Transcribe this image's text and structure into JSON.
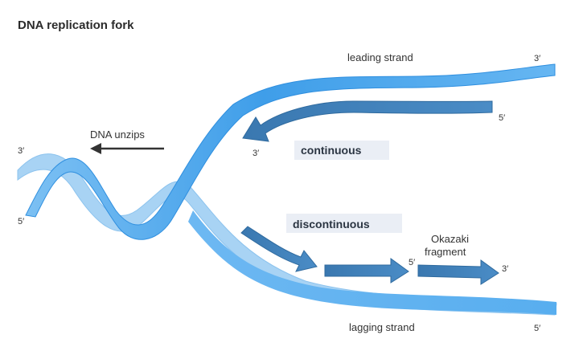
{
  "title": "DNA replication fork",
  "labels": {
    "leading_strand": "leading strand",
    "lagging_strand": "lagging strand",
    "dna_unzips": "DNA unzips",
    "continuous": "continuous",
    "discontinuous": "discontinuous",
    "okazaki_line1": "Okazaki",
    "okazaki_line2": "fragment"
  },
  "ends": {
    "leading_top_3": "3′",
    "new_leading_5": "5′",
    "new_leading_3": "3′",
    "helix_left_3": "3′",
    "helix_left_5": "5′",
    "fragment_5": "5′",
    "fragment_3": "3′",
    "lagging_bottom_5": "5′"
  },
  "colors": {
    "strand_light": "#aad4f5",
    "strand_main": "#4aa3ec",
    "strand_dark": "#1e7bd0",
    "new_strand": "#3e7fb8",
    "arrow_black": "#333333",
    "label_box": "#eaeef5"
  }
}
